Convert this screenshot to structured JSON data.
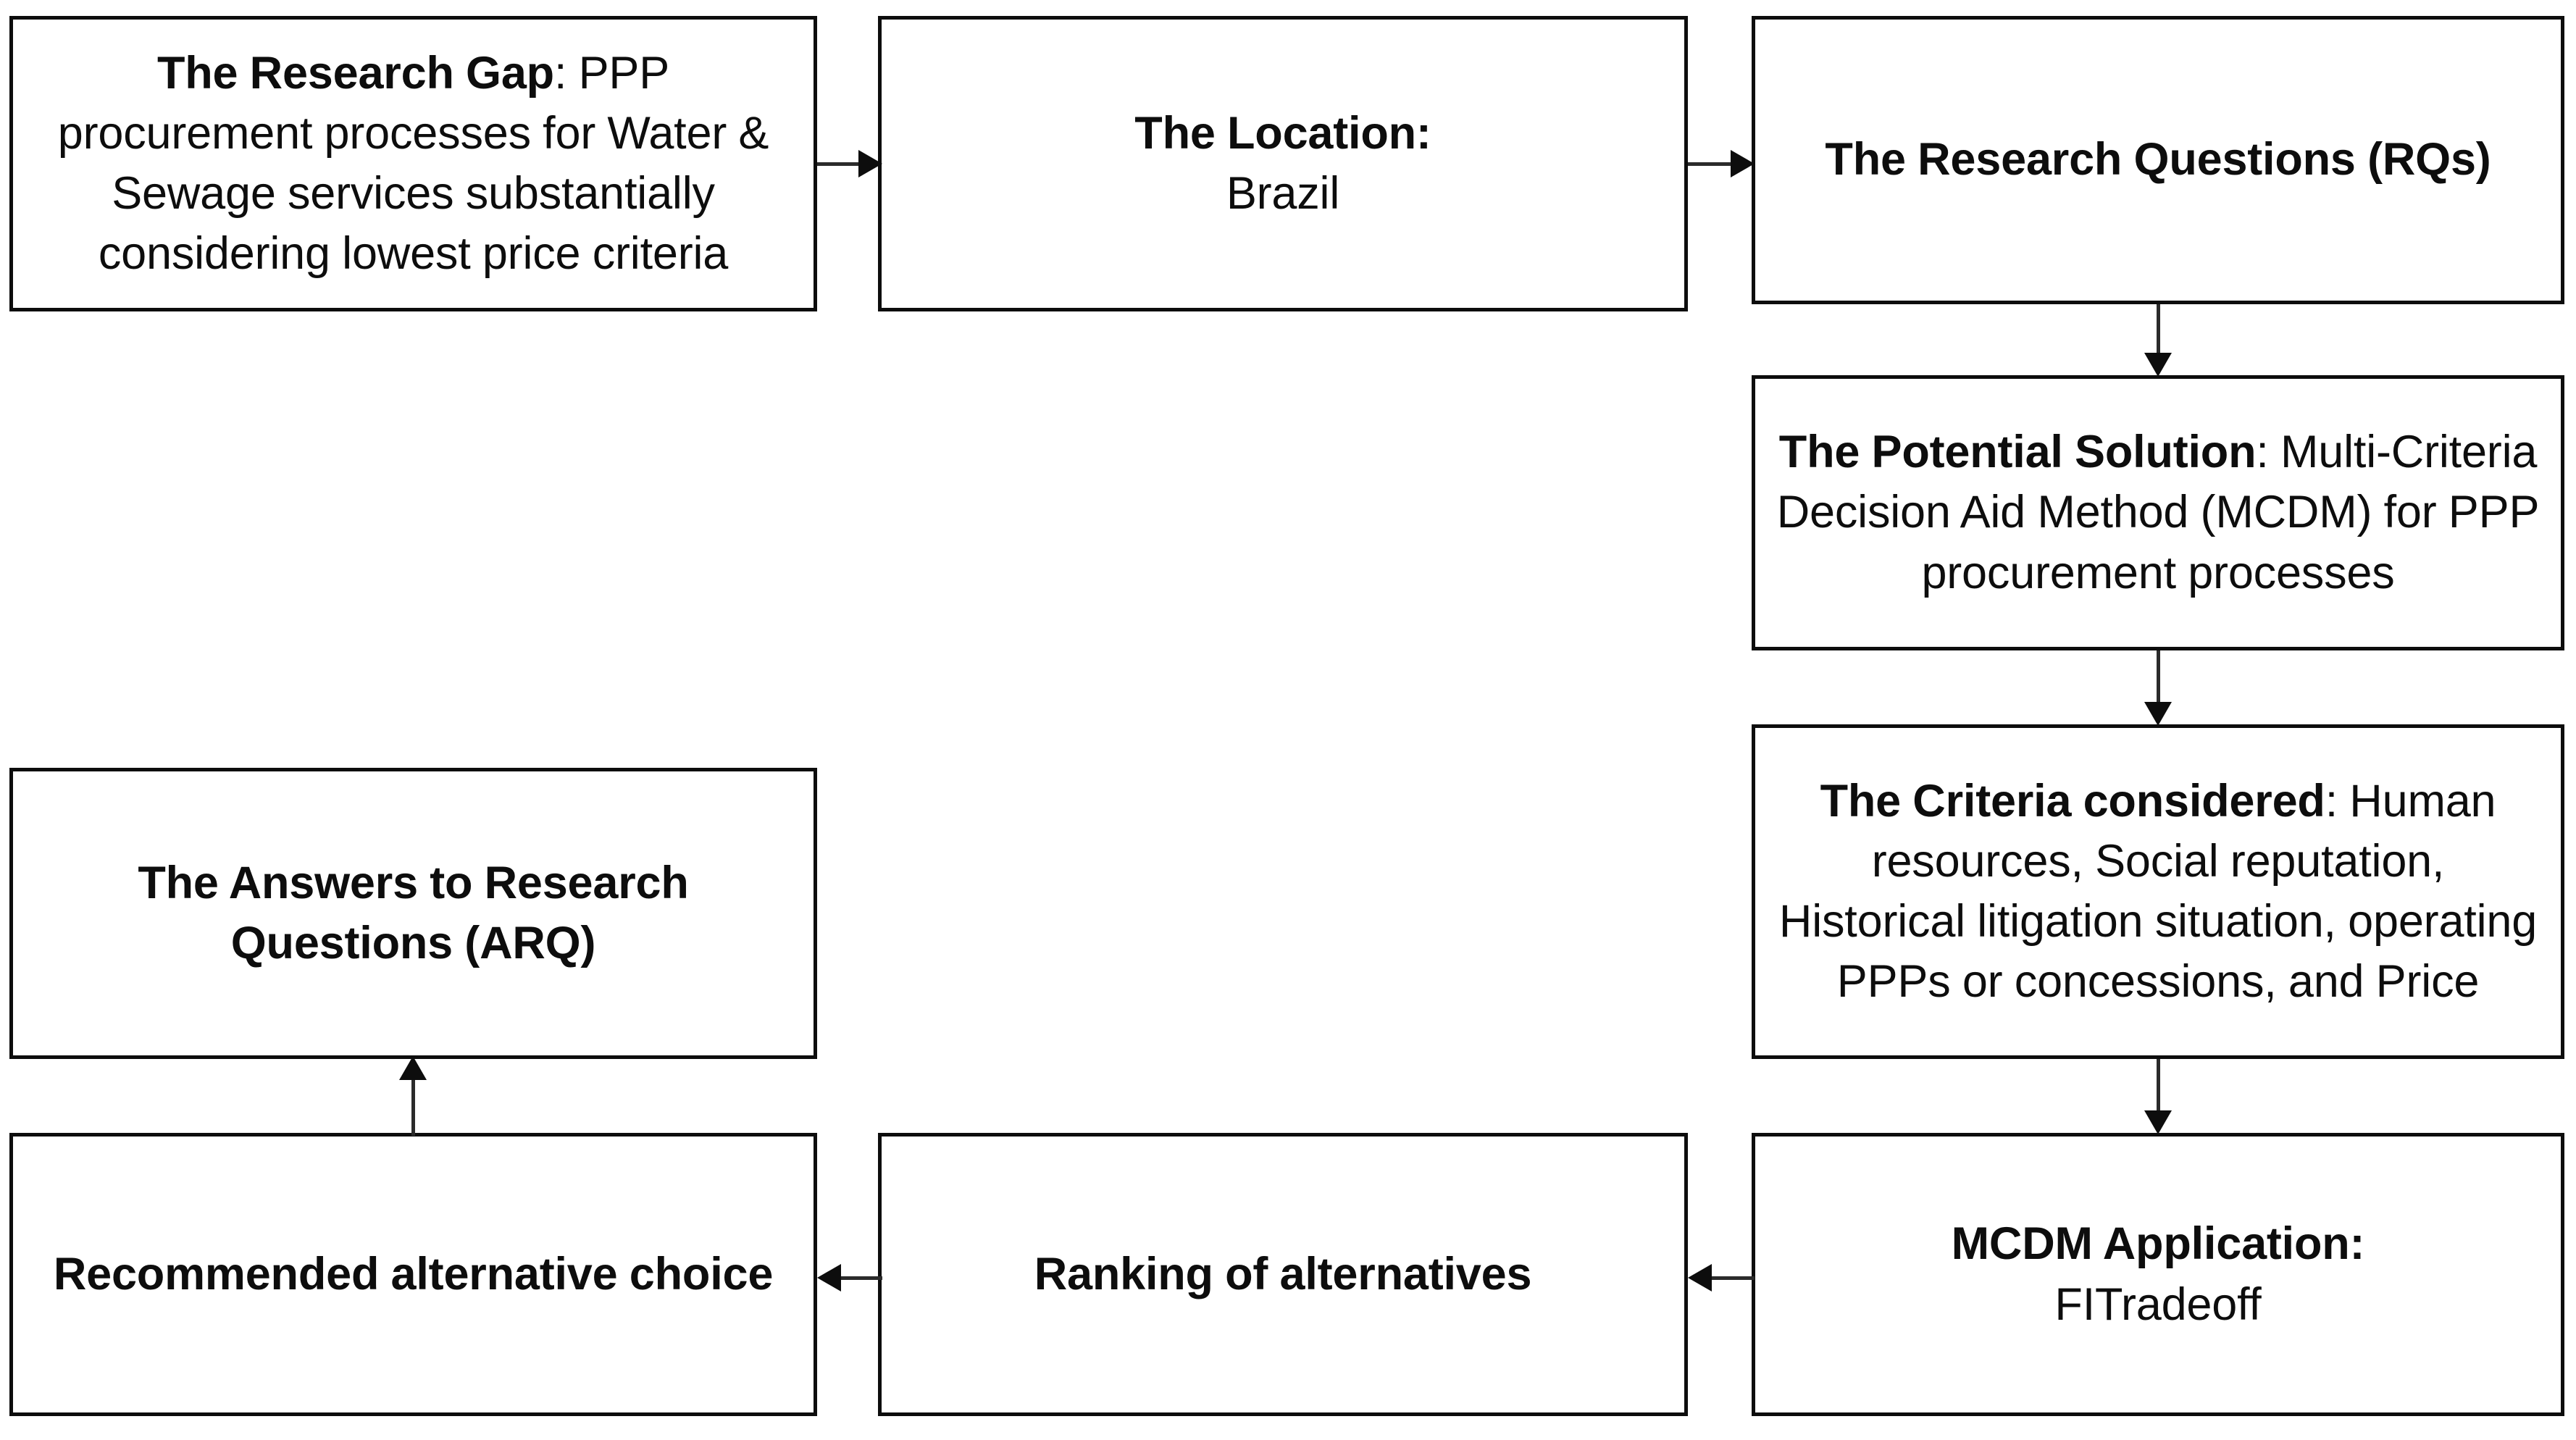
{
  "diagram": {
    "type": "flowchart",
    "title": "Research design flowchart for PPP procurement using MCDM",
    "background_color": "#ffffff",
    "box_border_color": "#0d0d0d",
    "connector_color": "#2b2b2b",
    "text_color": "#0d0d0d",
    "nodes": [
      {
        "id": "research-gap",
        "label_bold": "The Research Gap",
        "label_rest": ": PPP procurement processes for Water & Sewage services substantially considering lowest price criteria",
        "full_text": "The Research Gap: PPP procurement processes for Water & Sewage services substantially considering lowest price criteria"
      },
      {
        "id": "location",
        "label_bold": "The Location:",
        "label_rest": "Brazil",
        "full_text": "The Location: Brazil"
      },
      {
        "id": "research-questions",
        "label_bold": "The Research Questions (RQs)",
        "label_rest": "",
        "full_text": "The Research Questions (RQs)"
      },
      {
        "id": "potential-solution",
        "label_bold": "The Potential Solution",
        "label_rest": ": Multi-Criteria Decision Aid Method (MCDM) for PPP procurement processes",
        "full_text": "The Potential Solution: Multi-Criteria Decision Aid Method (MCDM) for PPP procurement processes"
      },
      {
        "id": "criteria-considered",
        "label_bold": "The Criteria considered",
        "label_rest": ": Human resources, Social reputation, Historical litigation situation, operating PPPs or concessions, and Price",
        "full_text": "The Criteria considered: Human resources, Social reputation, Historical litigation situation, operating PPPs or concessions, and Price"
      },
      {
        "id": "mcdm-application",
        "label_bold": "MCDM Application:",
        "label_rest": "FITradeoff",
        "full_text": "MCDM Application: FITradeoff"
      },
      {
        "id": "ranking-of-alternatives",
        "label_bold": "Ranking of alternatives",
        "label_rest": "",
        "full_text": "Ranking of alternatives"
      },
      {
        "id": "recommended-alternative-choice",
        "label_bold": "Recommended alternative choice",
        "label_rest": "",
        "full_text": "Recommended alternative choice"
      },
      {
        "id": "answers-to-research-questions",
        "label_bold": "The Answers to Research Questions (ARQ)",
        "label_rest": "",
        "full_text": "The Answers to Research Questions (ARQ)"
      }
    ],
    "edges": [
      {
        "id": "e1",
        "from": "research-gap",
        "to": "location",
        "direction": "right"
      },
      {
        "id": "e2",
        "from": "location",
        "to": "research-questions",
        "direction": "right"
      },
      {
        "id": "e3",
        "from": "research-questions",
        "to": "potential-solution",
        "direction": "down"
      },
      {
        "id": "e4",
        "from": "potential-solution",
        "to": "criteria-considered",
        "direction": "down"
      },
      {
        "id": "e5",
        "from": "criteria-considered",
        "to": "mcdm-application",
        "direction": "down"
      },
      {
        "id": "e6",
        "from": "mcdm-application",
        "to": "ranking-of-alternatives",
        "direction": "left"
      },
      {
        "id": "e7",
        "from": "ranking-of-alternatives",
        "to": "recommended-alternative-choice",
        "direction": "left"
      },
      {
        "id": "e8",
        "from": "recommended-alternative-choice",
        "to": "answers-to-research-questions",
        "direction": "up"
      }
    ]
  }
}
